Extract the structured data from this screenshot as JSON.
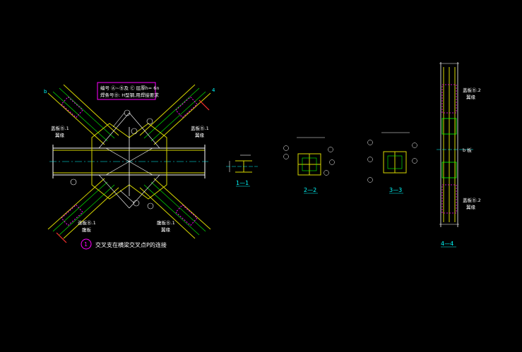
{
  "colors": {
    "background": "#000000",
    "steel": "#d8d800",
    "green": "#00ff00",
    "white": "#ffffff",
    "cyan": "#00ffff",
    "magenta": "#ff00ff",
    "red": "#ff3030",
    "dim": "#9a9a9a"
  },
  "main_view": {
    "note_line1": "编号 Ⓐ~Ⓑ及 Ⓒ 层厚h= 6n",
    "note_line2": "焊条号Ⓓ: H型钢,用焊接要求",
    "brace_label_ul": "盖板Ⓑ.1",
    "brace_label_ul_sub": "翼缘",
    "brace_label_ur": "盖板Ⓑ.1",
    "brace_label_ur_sub": "翼缘",
    "brace_label_ll": "连板Ⓑ.1",
    "brace_label_ll_sub": "腹板",
    "brace_label_lr": "腹板Ⓑ.1",
    "brace_label_lr_sub": "翼缘",
    "caption_number": "1",
    "caption_text": "交叉支在横梁交叉点P的连接",
    "dim_a": "b",
    "dim_b": "4"
  },
  "section_views": [
    {
      "id": "sec-1",
      "label": "1—1"
    },
    {
      "id": "sec-2",
      "label": "2—2"
    },
    {
      "id": "sec-3",
      "label": "3—3"
    },
    {
      "id": "sec-4",
      "label": "4—4"
    }
  ],
  "section_4_labels": {
    "top_label": "盖板Ⓑ.2",
    "top_sub": "翼缘",
    "bottom_label": "盖板Ⓑ.2",
    "bottom_sub": "翼缘",
    "side_label": "b 板"
  }
}
